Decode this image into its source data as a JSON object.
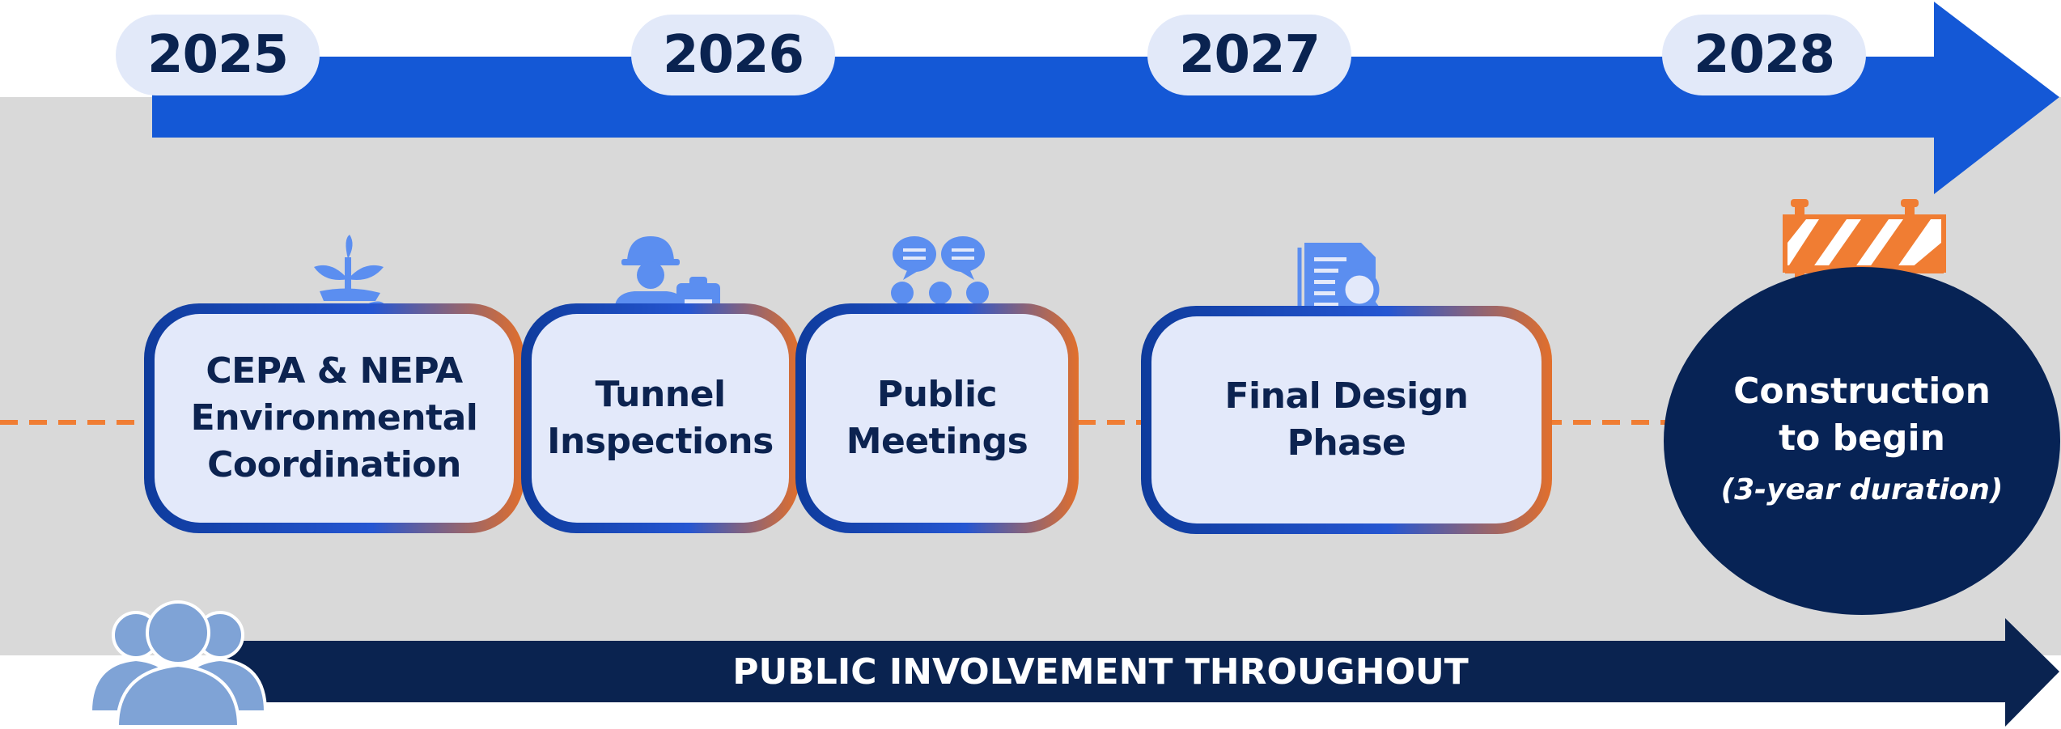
{
  "years": [
    "2025",
    "2026",
    "2027",
    "2028"
  ],
  "phases": [
    {
      "lines": [
        "CEPA & NEPA",
        "Environmental",
        "Coordination"
      ],
      "icon": "plant-in-hand-icon"
    },
    {
      "lines": [
        "Tunnel",
        "Inspections"
      ],
      "icon": "worker-clipboard-icon"
    },
    {
      "lines": [
        "Public",
        "Meetings"
      ],
      "icon": "people-speech-bubbles-icon"
    },
    {
      "lines": [
        "Final Design",
        "Phase"
      ],
      "icon": "document-search-icon"
    }
  ],
  "construction": {
    "line1": "Construction",
    "line2": "to begin",
    "duration": "(3-year duration)",
    "icon": "road-barrier-icon"
  },
  "banner": {
    "text": "PUBLIC INVOLVEMENT THROUGHOUT",
    "icon": "group-of-people-icon"
  },
  "colors": {
    "timeline_blue": "#1458d6",
    "navy": "#072355",
    "orange": "#f07d33",
    "pill_bg": "#e2e9f9",
    "band_gray": "#d9d9d9",
    "icon_blue": "#5b8ef0"
  }
}
